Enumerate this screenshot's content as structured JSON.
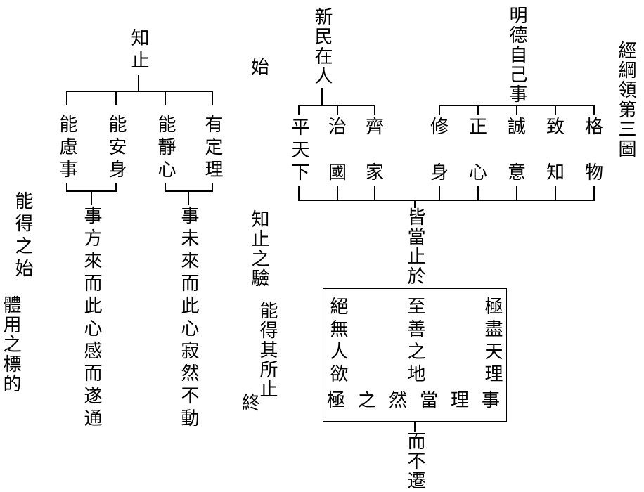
{
  "title": "經綱領第三圖",
  "knowing_where_to_stop": {
    "header": "知止",
    "items": [
      "有定理",
      "能靜心",
      "能安身",
      "能慮事"
    ],
    "stillness_note": "事未來而此心寂然不動",
    "response_note": "事方來而此心感而遂通"
  },
  "renewing_people": {
    "header": "新民在人",
    "items": [
      [
        "齊",
        "家"
      ],
      [
        "治",
        "國"
      ],
      [
        "平天下"
      ]
    ]
  },
  "illustrious_virtue": {
    "header": "明德自己事",
    "items": [
      [
        "格",
        "物"
      ],
      [
        "致",
        "知"
      ],
      [
        "誠",
        "意"
      ],
      [
        "正",
        "心"
      ],
      [
        "修",
        "身"
      ]
    ]
  },
  "annotations": {
    "beginning": "始",
    "end": "終",
    "verification": "知止之驗",
    "attainment_beginning": "能得之始",
    "attaining_the_resting_place": "能得其所止",
    "substance_function_aim": "體用之標的"
  },
  "convergence": {
    "all_should_stop_at": "皆當止於",
    "box": {
      "columns": [
        "極盡天理",
        "至善之地",
        "絕無人欲"
      ],
      "bottom_row": "極之然當理事"
    },
    "and_not_shift": "而不遷"
  }
}
